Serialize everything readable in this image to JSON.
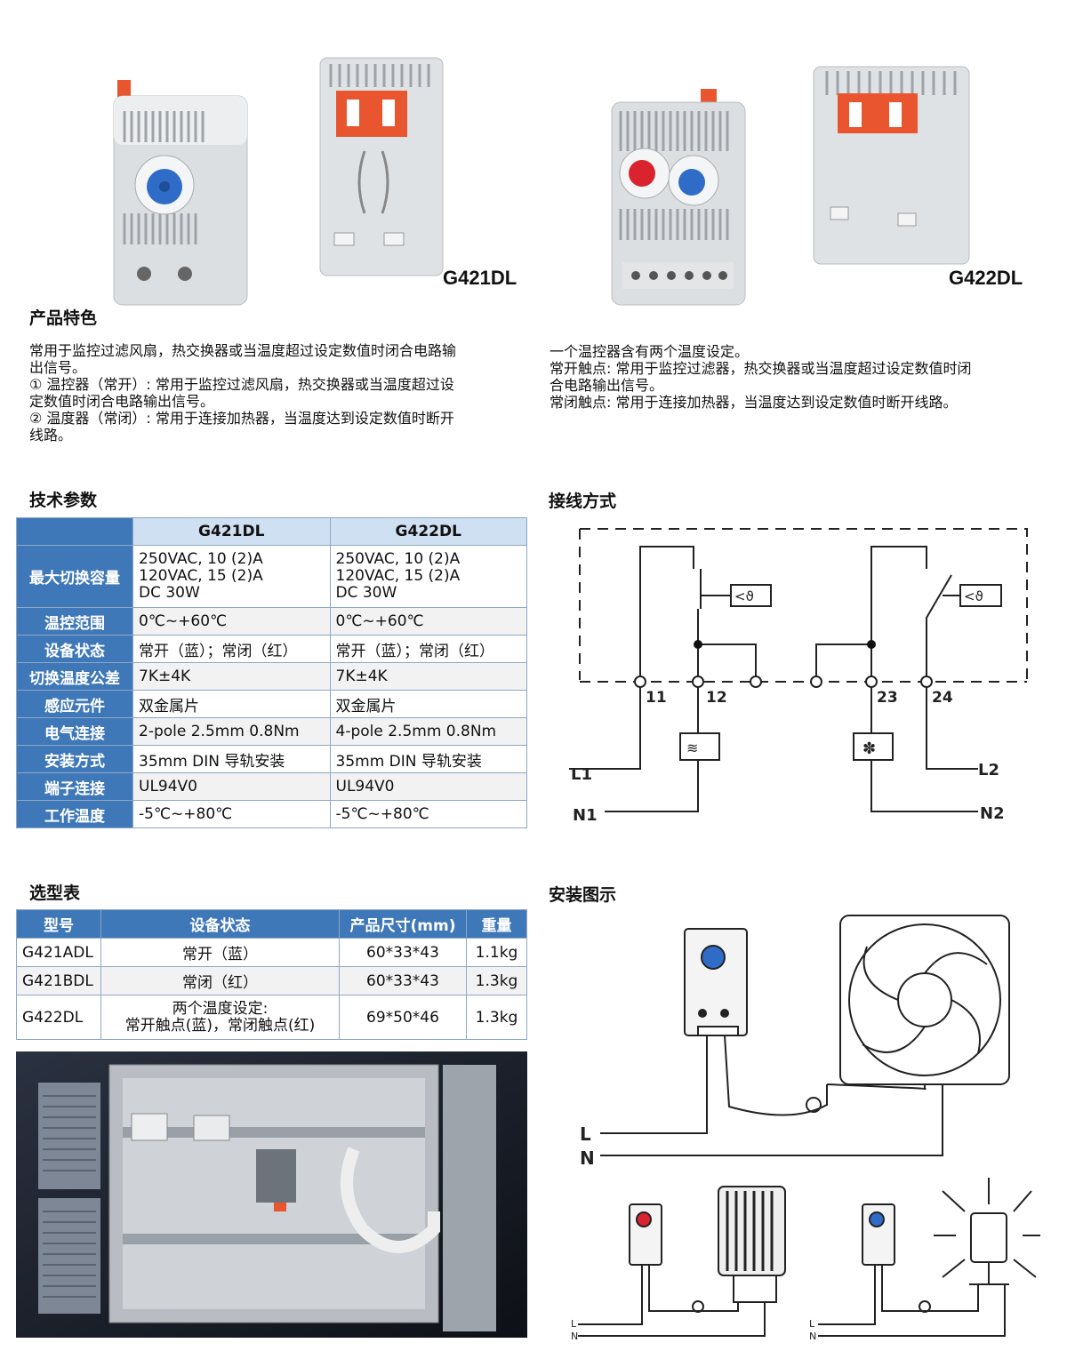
{
  "products": {
    "g421_label": "G421DL",
    "g422_label": "G422DL"
  },
  "features": {
    "heading": "产品特色",
    "left_lines": [
      "常用于监控过滤风扇，热交换器或当温度超过设定数值时闭合电路输",
      "出信号。",
      "① 温控器（常开）: 常用于监控过滤风扇，热交换器或当温度超过设",
      "定数值时闭合电路输出信号。",
      "② 温度器（常闭）: 常用于连接加热器，当温度达到设定数值时断开",
      "线路。"
    ],
    "right_lines": [
      "一个温控器含有两个温度设定。",
      "常开触点: 常用于监控过滤器，热交换器或当温度超过设定数值时闭",
      "合电路输出信号。",
      "常闭触点: 常用于连接加热器，当温度达到设定数值时断开线路。"
    ]
  },
  "specs": {
    "heading": "技术参数",
    "columns": [
      "G421DL",
      "G422DL"
    ],
    "rows": [
      {
        "label": "最大切换容量",
        "g421": [
          "250VAC, 10 (2)A",
          "120VAC, 15 (2)A",
          "DC 30W"
        ],
        "g422": [
          "250VAC, 10 (2)A",
          "120VAC, 15 (2)A",
          "DC 30W"
        ]
      },
      {
        "label": "温控范围",
        "g421": [
          "0℃~+60℃"
        ],
        "g422": [
          "0℃~+60℃"
        ]
      },
      {
        "label": "设备状态",
        "g421": [
          "常开（蓝）；常闭（红）"
        ],
        "g422": [
          "常开（蓝）；常闭（红）"
        ]
      },
      {
        "label": "切换温度公差",
        "g421": [
          "7K±4K"
        ],
        "g422": [
          "7K±4K"
        ]
      },
      {
        "label": "感应元件",
        "g421": [
          "双金属片"
        ],
        "g422": [
          "双金属片"
        ]
      },
      {
        "label": "电气连接",
        "g421": [
          "2-pole 2.5mm  0.8Nm"
        ],
        "g422": [
          "4-pole 2.5mm  0.8Nm"
        ]
      },
      {
        "label": "安装方式",
        "g421": [
          "35mm  DIN 导轨安装"
        ],
        "g422": [
          "35mm  DIN 导轨安装"
        ]
      },
      {
        "label": "端子连接",
        "g421": [
          "UL94V0"
        ],
        "g422": [
          "UL94V0"
        ]
      },
      {
        "label": "工作温度",
        "g421": [
          "-5℃~+80℃"
        ],
        "g422": [
          "-5℃~+80℃"
        ]
      }
    ]
  },
  "wiring": {
    "heading": "接线方式",
    "terminals": [
      "11",
      "12",
      "23",
      "24"
    ],
    "lines": [
      "L1",
      "N1",
      "L2",
      "N2"
    ]
  },
  "selection": {
    "heading": "选型表",
    "columns": [
      "型号",
      "设备状态",
      "产品尺寸(mm)",
      "重量"
    ],
    "rows": [
      {
        "model": "G421ADL",
        "state": [
          "常开（蓝）"
        ],
        "size": "60*33*43",
        "weight": "1.1kg"
      },
      {
        "model": "G421BDL",
        "state": [
          "常闭（红）"
        ],
        "size": "60*33*43",
        "weight": "1.3kg"
      },
      {
        "model": "G422DL",
        "state": [
          "两个温度设定:",
          "常开触点(蓝)，常闭触点(红)"
        ],
        "size": "69*50*46",
        "weight": "1.3kg"
      }
    ]
  },
  "install": {
    "heading": "安装图示",
    "line_l": "L",
    "line_n": "N"
  }
}
